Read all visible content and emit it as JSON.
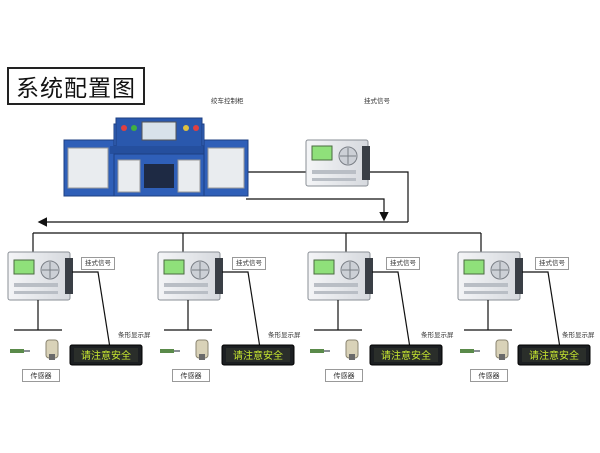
{
  "title": "系统配置图",
  "console_label": "绞车控制柜",
  "top_device_label": "挂式信号",
  "units": [
    {
      "device_label": "挂式信号",
      "display_label": "条形显示屏",
      "sensor_label": "传感器",
      "screen_text": "请注意安全"
    },
    {
      "device_label": "挂式信号",
      "display_label": "条形显示屏",
      "sensor_label": "传感器",
      "screen_text": "请注意安全"
    },
    {
      "device_label": "挂式信号",
      "display_label": "条形显示屏",
      "sensor_label": "传感器",
      "screen_text": "请注意安全"
    },
    {
      "device_label": "挂式信号",
      "display_label": "条形显示屏",
      "sensor_label": "传感器",
      "screen_text": "请注意安全"
    }
  ],
  "colors": {
    "console_blue": "#2f5fb8",
    "device_body": "#e8eaee",
    "screen_green": "#8fe07a",
    "led_text": "#c8e830"
  }
}
